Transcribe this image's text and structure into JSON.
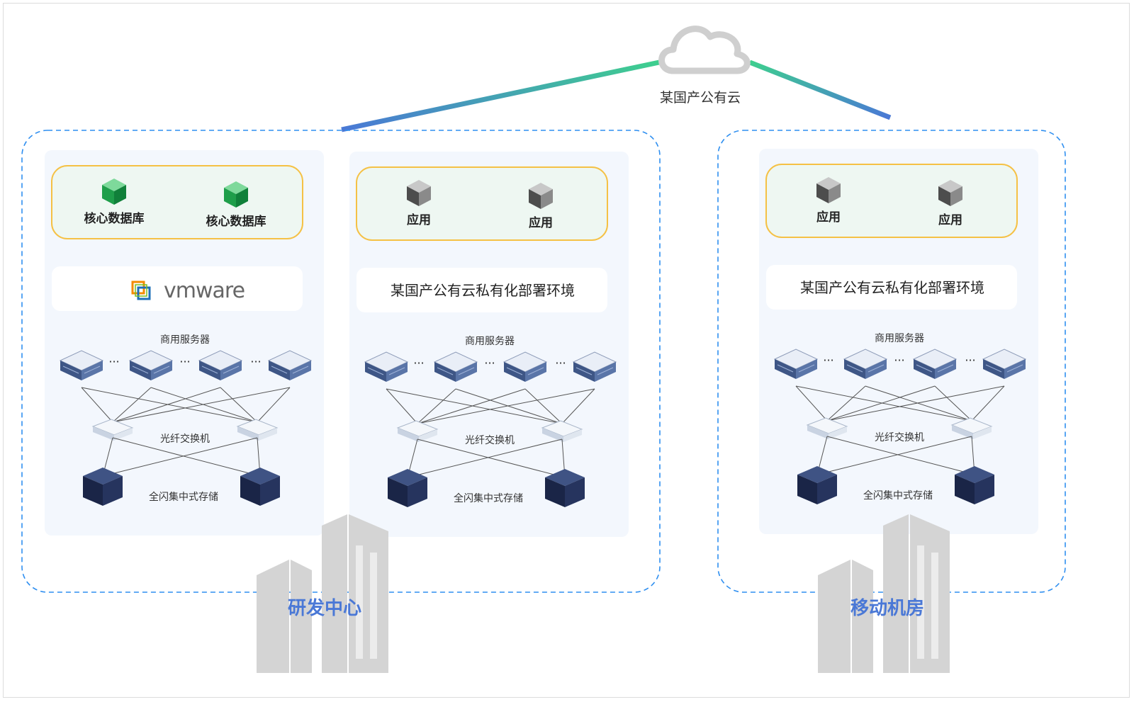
{
  "cloud": {
    "label": "某国产公有云"
  },
  "sites": [
    {
      "name": "研发中心"
    },
    {
      "name": "移动机房"
    }
  ],
  "panels": [
    {
      "top_items": [
        "核心数据库",
        "核心数据库"
      ],
      "top_icon": "green-cube-icon",
      "platform": "vmware",
      "servers_label": "商用服务器",
      "switch_label": "光纤交换机",
      "storage_label": "全闪集中式存储"
    },
    {
      "top_items": [
        "应用",
        "应用"
      ],
      "top_icon": "gray-cube-icon",
      "platform": "某国产公有云私有化部署环境",
      "servers_label": "商用服务器",
      "switch_label": "光纤交换机",
      "storage_label": "全闪集中式存储"
    },
    {
      "top_items": [
        "应用",
        "应用"
      ],
      "top_icon": "gray-cube-icon",
      "platform": "某国产公有云私有化部署环境",
      "servers_label": "商用服务器",
      "switch_label": "光纤交换机",
      "storage_label": "全闪集中式存储"
    }
  ],
  "colors": {
    "link_green": "#3ecf8e",
    "link_blue": "#4a78d6",
    "dashed_border": "#2f8ff0",
    "panel_bg": "#f3f7fd",
    "top_box_bg": "#eef7f2",
    "top_box_border": "#f5c145",
    "db_green": "#1e9e4a",
    "storage_navy": "#1f2d52",
    "building_gray": "#d4d4d4"
  }
}
